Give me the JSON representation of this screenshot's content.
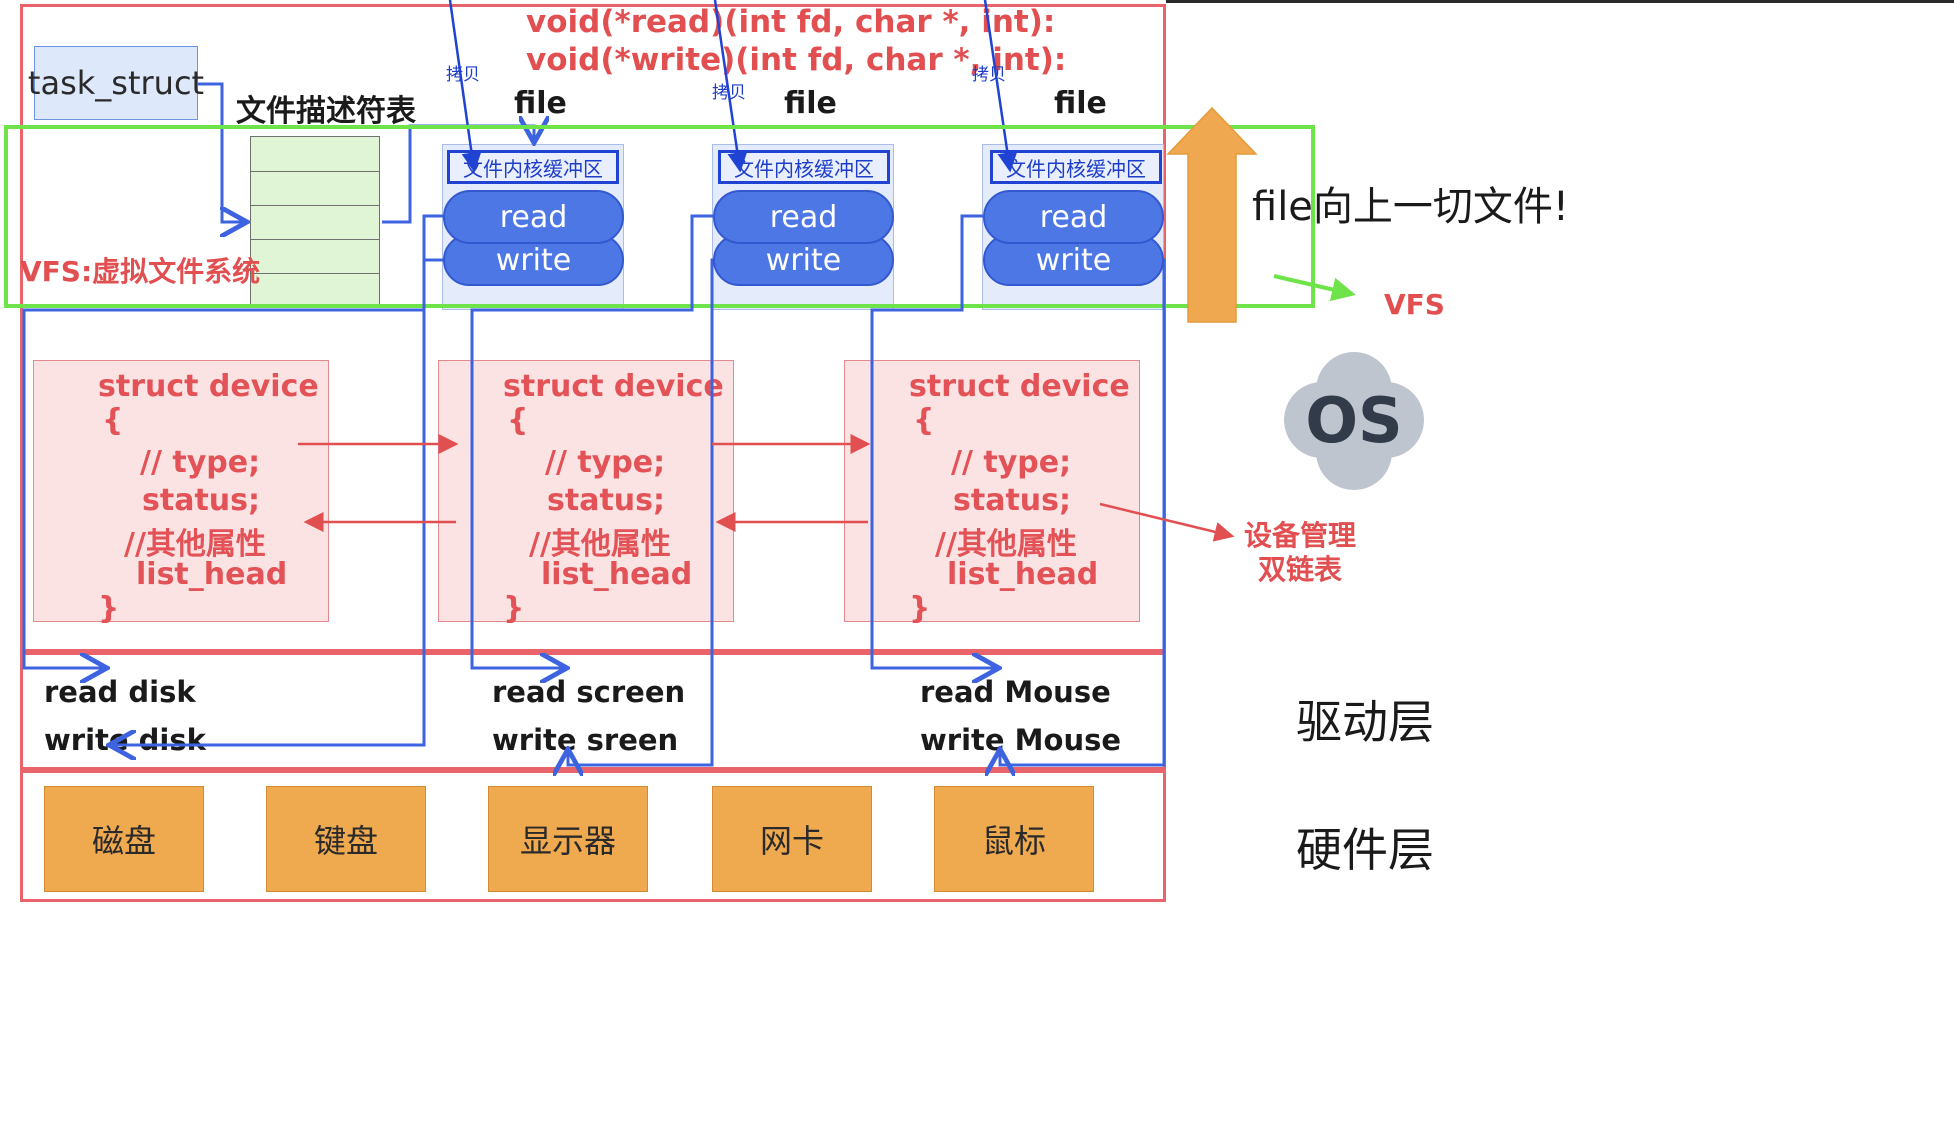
{
  "code_lines": {
    "read": "void(*read)(int fd, char *, int):",
    "write": "void(*write)(int fd, char *, int):"
  },
  "copy_label": "拷贝",
  "task_struct": "task_struct",
  "fd_table_label": "文件描述符表",
  "vfs_label": "VFS:虚拟文件系统",
  "files": [
    {
      "title": "file",
      "buffer": "文件内核缓冲区",
      "read": "read",
      "write": "write"
    },
    {
      "title": "file",
      "buffer": "文件内核缓冲区",
      "read": "read",
      "write": "write"
    },
    {
      "title": "file",
      "buffer": "文件内核缓冲区",
      "read": "read",
      "write": "write"
    }
  ],
  "device_struct": {
    "l1": "struct device",
    "l2": "{",
    "l3": "// type;",
    "l4": "status;",
    "l5": "//其他属性",
    "l6": "list_head",
    "l7": "}"
  },
  "drivers": [
    {
      "read": "read disk",
      "write": "write disk"
    },
    {
      "read": "read screen",
      "write": "write sreen"
    },
    {
      "read": "read Mouse",
      "write": "write Mouse"
    }
  ],
  "hardware": [
    "磁盘",
    "键盘",
    "显示器",
    "网卡",
    "鼠标"
  ],
  "side": {
    "everything_is_file": "file向上一切文件!",
    "vfs": "VFS",
    "os": "OS",
    "device_mgmt_1": "设备管理",
    "device_mgmt_2": "双链表",
    "driver_layer": "驱动层",
    "hardware_layer": "硬件层"
  },
  "colors": {
    "frame_red": "#e8646a",
    "vfs_green": "#6fe34a",
    "arrow_blue": "#3d63e0",
    "text_red": "#e24f51",
    "hardware_orange": "#efa94f",
    "up_arrow_orange": "#f0a850",
    "os_cloud": "#bfc5cf"
  }
}
